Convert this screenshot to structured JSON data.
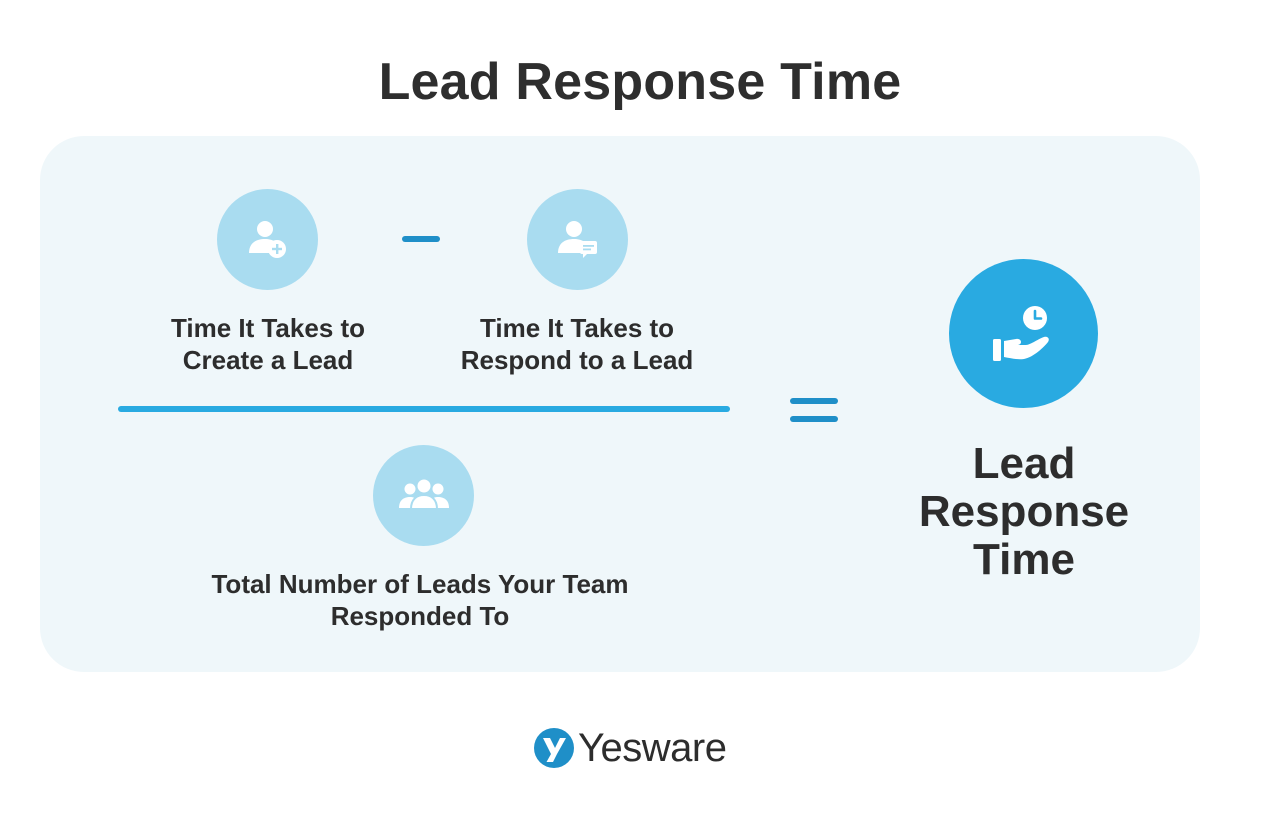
{
  "title": "Lead Response Time",
  "colors": {
    "panel_background": "#eff7fa",
    "light_circle": "#a9dcf0",
    "accent_blue": "#29aae1",
    "operator_blue": "#1f8fc8",
    "text_dark": "#2d2d2d"
  },
  "formula": {
    "numerator": {
      "left_term": {
        "icon": "user-add-icon",
        "label": "Time It Takes to\nCreate a Lead"
      },
      "operator": "minus",
      "right_term": {
        "icon": "user-message-icon",
        "label": "Time It Takes to\nRespond to a Lead"
      }
    },
    "denominator": {
      "icon": "team-icon",
      "label": "Total Number of Leads Your Team\nResponded To"
    },
    "equals": "equals",
    "result": {
      "icon": "hand-clock-icon",
      "label": "Lead\nResponse\nTime"
    }
  },
  "logo": {
    "text": "Yesware",
    "icon": "yesware-logo-icon"
  }
}
